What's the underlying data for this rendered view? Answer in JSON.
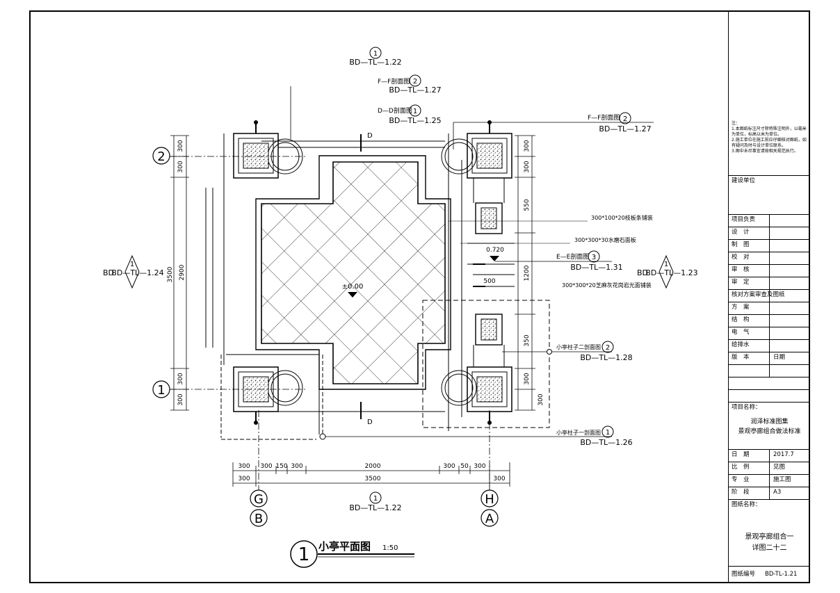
{
  "drawing": {
    "title": "小亭平面图",
    "scale": "1:50",
    "title_number": "1",
    "elevation_main": "±0.00",
    "elevation_side": "0.720",
    "axes": {
      "g": "G",
      "h": "H",
      "b": "B",
      "a": "A",
      "one": "1",
      "two": "2"
    },
    "section_marks": {
      "d": "D",
      "e": "E"
    },
    "dims_bottom_1": [
      "300",
      "300",
      "150",
      "300",
      "2000",
      "300",
      "50",
      "300"
    ],
    "dims_bottom_2": [
      "300",
      "3500",
      "300"
    ],
    "dims_left": [
      "300",
      "300",
      "3500",
      "2900",
      "300",
      "300"
    ],
    "dims_right": [
      "300",
      "300",
      "550",
      "1200",
      "350",
      "300",
      "300"
    ],
    "dim_inner": "500",
    "callouts": {
      "top_ref": {
        "num": "1",
        "code": "BD—TL—1.22"
      },
      "top_sec_f": {
        "label": "F—F剖面图",
        "num": "2",
        "code": "BD—TL—1.27"
      },
      "top_sec_d": {
        "label": "D—D剖面图",
        "num": "1",
        "code": "BD—TL—1.25"
      },
      "right_sec_f": {
        "label": "F—F剖面图",
        "num": "2",
        "code": "BD—TL—1.27"
      },
      "left_ref": {
        "num": "1",
        "code": "BD—TL—1.24",
        "prefix": "BD"
      },
      "right_ref": {
        "num": "1",
        "code": "BD—TL—1.23",
        "prefix": "BD"
      },
      "sec_e": {
        "label": "E—E剖面图",
        "num": "3",
        "code": "BD—TL—1.31"
      },
      "right_mid": {
        "label": "小亭柱子二剖面图",
        "num": "2",
        "code": "BD—TL—1.28"
      },
      "right_bottom": {
        "label": "小亭柱子一剖面图",
        "num": "1",
        "code": "BD—TL—1.26"
      },
      "bottom_ref": {
        "num": "1",
        "code": "BD—TL—1.22"
      }
    },
    "material_notes": [
      "300*100*20枝板条铺装",
      "300*300*30水磨石面板",
      "300*300*20芝麻灰花岗岩光面铺装"
    ]
  },
  "title_block": {
    "notes_label": "注：",
    "notes": [
      "1.本图纸标注尺寸除特殊注明外，以毫米为单位，标高以米为单位。",
      "2.施工单位在施工前应仔细核对图纸，如有疑问及时与设计单位联系。",
      "3.图中未尽事宜请按相关规范执行。"
    ],
    "unit_label": "建设单位",
    "rows": [
      {
        "label": "项目负责",
        "value": ""
      },
      {
        "label": "设　计",
        "value": ""
      },
      {
        "label": "制　图",
        "value": ""
      },
      {
        "label": "校　对",
        "value": ""
      },
      {
        "label": "审　核",
        "value": ""
      },
      {
        "label": "审　定",
        "value": ""
      },
      {
        "label": "核对方案审查及图纸",
        "value": ""
      },
      {
        "label": "方　案",
        "value": ""
      },
      {
        "label": "结　构",
        "value": ""
      },
      {
        "label": "电　气",
        "value": ""
      },
      {
        "label": "给排水",
        "value": ""
      },
      {
        "label": "版　本",
        "value": "日期"
      }
    ],
    "project_label": "项目名称：",
    "project_name_1": "润泽标准图集",
    "project_name_2": "景观亭廊组合做法标准",
    "info_rows": [
      {
        "label": "日　期",
        "value": "2017.7"
      },
      {
        "label": "比　例",
        "value": "见图"
      },
      {
        "label": "专　业",
        "value": "施工图"
      },
      {
        "label": "阶　段",
        "value": "A3"
      }
    ],
    "drawing_label": "图纸名称：",
    "drawing_name_1": "景观亭廊组合一",
    "drawing_name_2": "详图二十二",
    "sheet_label": "图纸编号",
    "sheet_no": "BD-TL-1.21"
  }
}
